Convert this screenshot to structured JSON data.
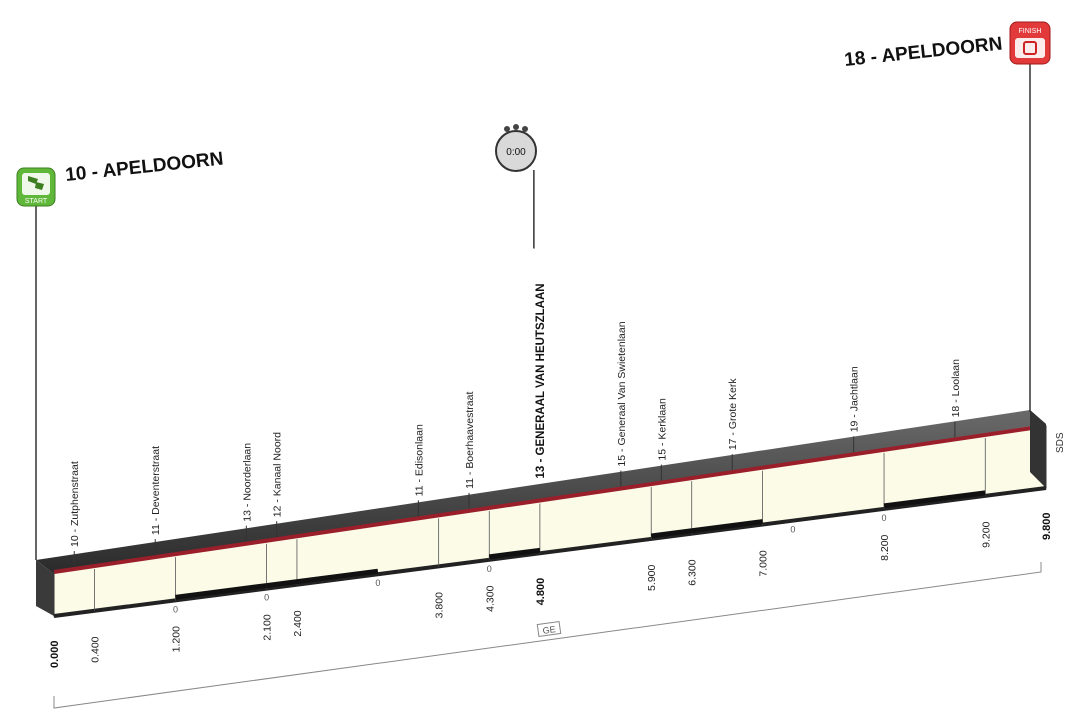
{
  "start": {
    "label": "10 - APELDOORN",
    "badge": "START",
    "color": "#5fb83a"
  },
  "finish": {
    "label": "18 - APELDOORN",
    "badge": "FINISH",
    "color": "#e23a3a"
  },
  "checkpoint": {
    "label": "0:00",
    "at_km": 4.8,
    "street": "13 - GENERAAL VAN HEUTSZLAAN"
  },
  "side_label": "SDS",
  "center_label": "GE",
  "chart_data": {
    "type": "area",
    "x_max": 9.8,
    "km_marks": [
      {
        "km": 0.0,
        "label": "0.000",
        "bold": true
      },
      {
        "km": 0.4,
        "label": "0.400"
      },
      {
        "km": 1.2,
        "label": "1.200"
      },
      {
        "km": 2.1,
        "label": "2.100"
      },
      {
        "km": 2.4,
        "label": "2.400"
      },
      {
        "km": 3.8,
        "label": "3.800"
      },
      {
        "km": 4.3,
        "label": "4.300"
      },
      {
        "km": 4.8,
        "label": "4.800",
        "bold": true
      },
      {
        "km": 5.9,
        "label": "5.900"
      },
      {
        "km": 6.3,
        "label": "6.300"
      },
      {
        "km": 7.0,
        "label": "7.000"
      },
      {
        "km": 8.2,
        "label": "8.200"
      },
      {
        "km": 9.2,
        "label": "9.200"
      },
      {
        "km": 9.8,
        "label": "9.800",
        "bold": true
      }
    ],
    "streets": [
      {
        "km": 0.2,
        "name": "10 - Zutphenstraat"
      },
      {
        "km": 1.0,
        "name": "11 - Deventerstraat"
      },
      {
        "km": 1.9,
        "name": "13 - Noorderlaan"
      },
      {
        "km": 2.2,
        "name": "12 - Kanaal Noord"
      },
      {
        "km": 3.6,
        "name": "11 - Edisonlaan"
      },
      {
        "km": 4.1,
        "name": "11 - Boerhaavestraat"
      },
      {
        "km": 5.6,
        "name": "15 - Generaal Van Swietenlaan"
      },
      {
        "km": 6.0,
        "name": "15 - Kerklaan"
      },
      {
        "km": 6.7,
        "name": "17 - Grote Kerk"
      },
      {
        "km": 7.9,
        "name": "19 - Jachtlaan"
      },
      {
        "km": 8.9,
        "name": "18 - Loolaan"
      }
    ],
    "zero_marks": [
      {
        "km": 1.2,
        "label": "0"
      },
      {
        "km": 2.1,
        "label": "0"
      },
      {
        "km": 3.2,
        "label": "0"
      },
      {
        "km": 4.3,
        "label": "0"
      },
      {
        "km": 7.3,
        "label": "0"
      },
      {
        "km": 8.2,
        "label": "0"
      }
    ]
  }
}
